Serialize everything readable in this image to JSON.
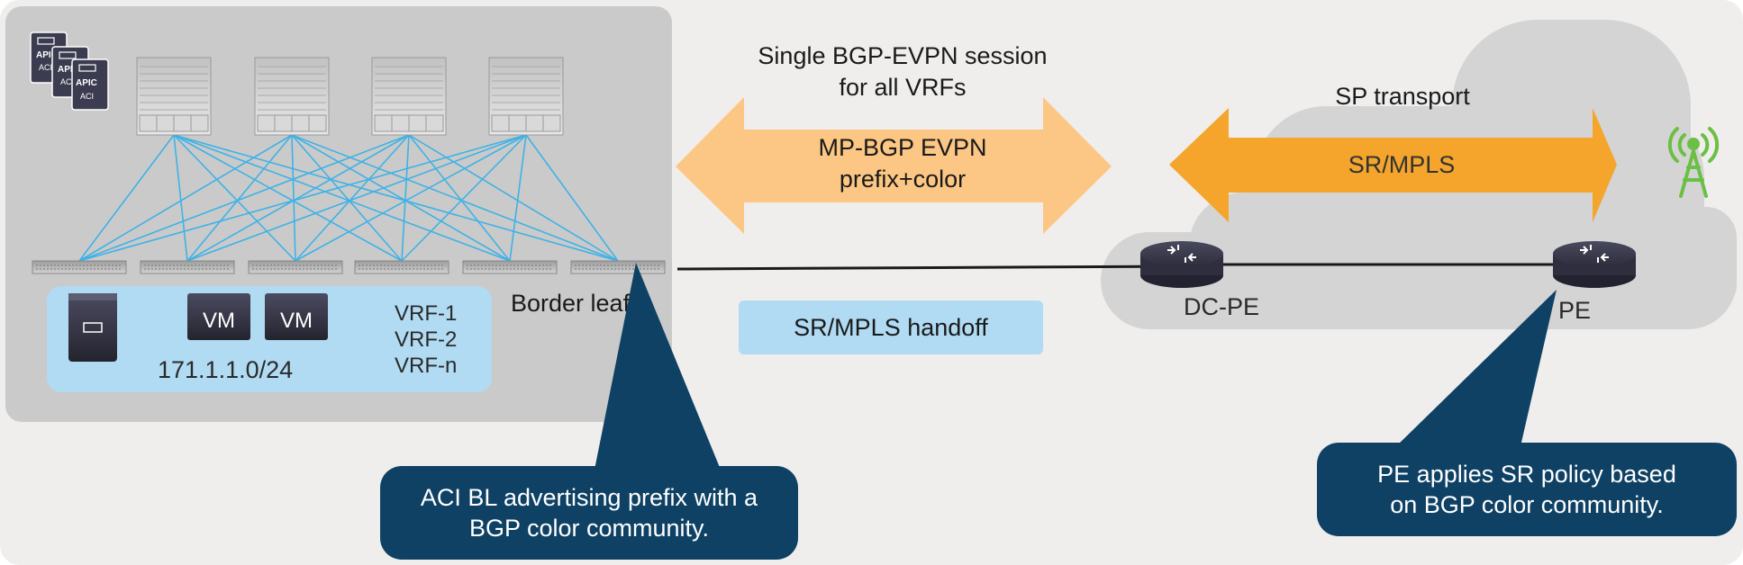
{
  "labels": {
    "session_line1": "Single BGP-EVPN session",
    "session_line2": "for all VRFs",
    "evpn_line1": "MP-BGP EVPN",
    "evpn_line2": "prefix+color",
    "sp_transport": "SP transport",
    "sr_mpls": "SR/MPLS",
    "handoff": "SR/MPLS handoff",
    "border_leaf": "Border leaf",
    "dc_pe": "DC-PE",
    "pe": "PE",
    "subnet": "171.1.1.0/24",
    "vm1": "VM",
    "vm2": "VM",
    "vrfs": [
      "VRF-1",
      "VRF-2",
      "VRF-n"
    ],
    "apic": [
      "APIC",
      "APIC",
      "APIC"
    ],
    "aci": [
      "ACI",
      "ACI",
      "ACI"
    ]
  },
  "callouts": {
    "left_line1": "ACI BL advertising prefix with a",
    "left_line2": "BGP color community.",
    "right_line1": "PE applies SR policy based",
    "right_line2": "on BGP color community."
  },
  "colors": {
    "background": "#efeeed",
    "fabric_panel": "#cacaca",
    "host_panel": "#b0dbf3",
    "fabric_links": "#3fb2e6",
    "evpn_arrow": "#fcc784",
    "sr_arrow": "#f5a52b",
    "cloud": "#d4d4d4",
    "callout": "#0e4164",
    "antenna": "#6cbf45"
  }
}
